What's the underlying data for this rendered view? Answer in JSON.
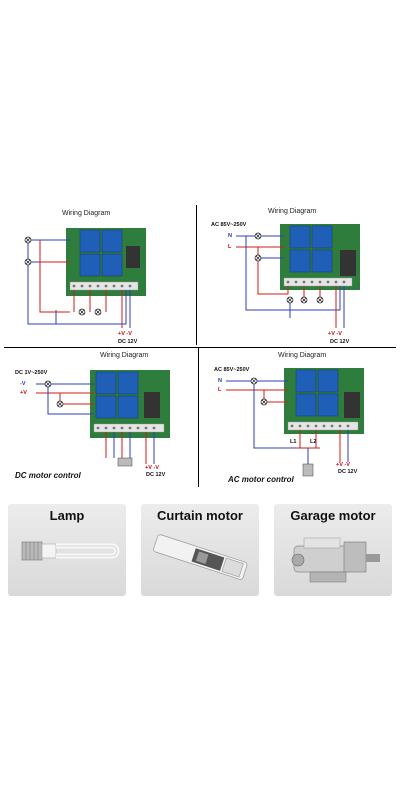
{
  "diagrams": {
    "top_left": {
      "title": "Wiring Diagram",
      "power_label": "+V -V",
      "dc_label": "DC 12V"
    },
    "top_right": {
      "title": "Wiring Diagram",
      "ac_label": "AC 85V~250V",
      "n_label": "N",
      "l_label": "L",
      "power_label": "+V -V",
      "dc_label": "DC 12V"
    },
    "bottom_left": {
      "title": "Wiring Diagram",
      "dc_range_label": "DC 1V~250V",
      "neg_label": "-V",
      "pos_label": "+V",
      "power_label": "+V -V",
      "dc_label": "DC 12V",
      "caption": "DC motor control"
    },
    "bottom_right": {
      "title": "Wiring Diagram",
      "ac_label": "AC 85V~250V",
      "n_label": "N",
      "l_label": "L",
      "l1_label": "L1",
      "l2_label": "L2",
      "power_label": "+V -V",
      "dc_label": "DC 12V",
      "caption": "AC motor control"
    }
  },
  "applications": [
    {
      "label": "Lamp"
    },
    {
      "label": "Curtain motor"
    },
    {
      "label": "Garage motor"
    }
  ],
  "colors": {
    "relay_blue": "#1f5fb8",
    "pcb_green": "#2f7d3c",
    "wire_red": "#d11a1a",
    "wire_blue": "#2b3fbf"
  }
}
